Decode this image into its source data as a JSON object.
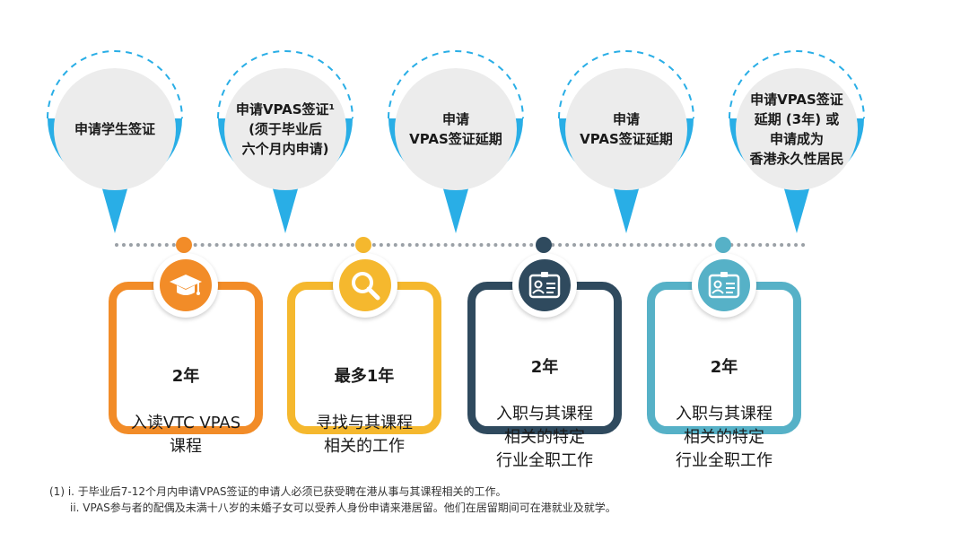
{
  "colors": {
    "blue": "#29aee6",
    "bubble_fill": "#ececec",
    "orange": "#f28c28",
    "yellow": "#f5b82e",
    "navy": "#2f4a5e",
    "teal": "#56b1c7",
    "dots": "#9aa0a6"
  },
  "steps": [
    {
      "label": "申请学生签证"
    },
    {
      "label": "申请VPAS签证¹\n(须于毕业后\n六个月内申请)"
    },
    {
      "label": "申请\nVPAS签证延期"
    },
    {
      "label": "申请\nVPAS签证延期"
    },
    {
      "label": "申请VPAS签证\n延期 (3年) 或\n申请成为\n香港永久性居民"
    }
  ],
  "stages": [
    {
      "duration": "2年",
      "desc": "入读VTC VPAS\n课程",
      "icon": "graduation-cap-icon"
    },
    {
      "duration": "最多1年",
      "desc": "寻找与其课程\n相关的工作",
      "icon": "magnifier-icon"
    },
    {
      "duration": "2年",
      "desc": "入职与其课程\n相关的特定\n行业全职工作",
      "icon": "id-badge-icon"
    },
    {
      "duration": "2年",
      "desc": "入职与其课程\n相关的特定\n行业全职工作",
      "icon": "id-badge-icon"
    }
  ],
  "footnotes": [
    "(1) i. 于毕业后7-12个月内申请VPAS签证的申请人必须已获受聘在港从事与其课程相关的工作。",
    "ii. VPAS参与者的配偶及未满十八岁的未婚子女可以受养人身份申请来港居留。他们在居留期间可在港就业及就学。"
  ]
}
